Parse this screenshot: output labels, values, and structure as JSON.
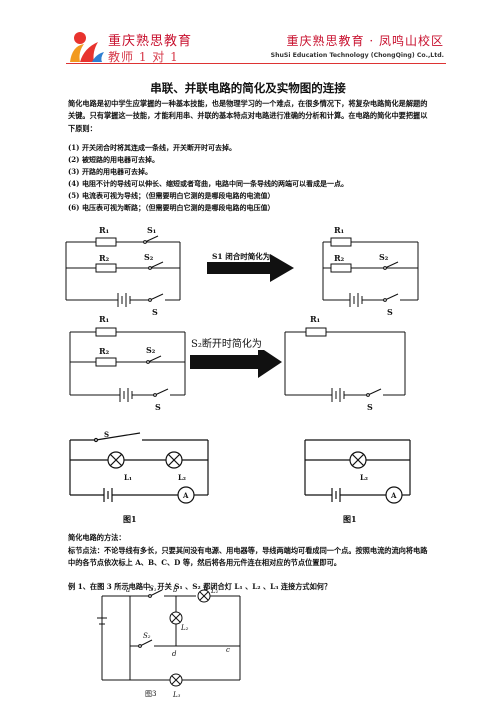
{
  "header": {
    "brand_name": "重庆熟思教育",
    "brand_sub": "教师 1 对 1",
    "campus": "重庆熟思教育 · 凤鸣山校区",
    "company": "ShuSi Education Technology (ChongQing) Co.,Ltd.",
    "accent_color": "#c8102e"
  },
  "title": "串联、并联电路的简化及实物图的连接",
  "intro": "简化电路是初中学生应掌握的一种基本技能，也是物理学习的一个难点，在很多情况下，将复杂电路简化是解题的关键。只有掌握这一技能，才能利用串、并联的基本特点对电路进行准确的分析和计算。在电路的简化中要把握以下原则：",
  "rules": [
    {
      "num": "(1)",
      "text": "开关闭合时将其连成一条线，开关断开时可去掉。"
    },
    {
      "num": "(2)",
      "text": "被短路的用电器可去掉。"
    },
    {
      "num": "(3)",
      "text": "开路的用电器可去掉。"
    },
    {
      "num": "(4)",
      "text": "电阻不计的导线可以伸长、缩短或者弯曲，电路中同一条导线的两端可以看成是一点。"
    },
    {
      "num": "(5)",
      "text": "电流表可视为导线；（但需要明白它测的是哪段电路的电流值）"
    },
    {
      "num": "(6)",
      "text": "电压表可视为断路；（但需要明白它测的是哪段电路的电压值）"
    }
  ],
  "diagram1": {
    "r1": "R₁",
    "r2": "R₂",
    "s1": "S₁",
    "s2": "S₂",
    "s": "S",
    "arrow_label": "S1 闭合时简化为",
    "right_r1": "R₁",
    "right_r2": "R₂",
    "right_s2": "S₂",
    "right_s": "S"
  },
  "diagram2": {
    "r1": "R₁",
    "r2": "R₂",
    "s2": "S₂",
    "s": "S",
    "arrow_label": "S₂断开时简化为",
    "right_r1": "R₁",
    "right_s": "S"
  },
  "diagram3": {
    "s": "S",
    "l1": "L₁",
    "l2": "L₂",
    "ammeter": "A",
    "caption_left": "图1",
    "right_l2": "L₂",
    "right_ammeter": "A",
    "caption_right": "图1"
  },
  "method_title": "简化电路的方法：",
  "method_text": "标节点法：不论导线有多长，只要其间没有电源、用电器等，导线两端均可看成同一个点。按照电流的流向将电路中的各节点依次标上 A、B、C、D 等，然后将各用元件连在相对应的节点位置即可。",
  "example": "例 1、在图 3 所示电路中，开关 S₁ 、S₂ 都闭合灯 L₁ 、L₂ 、L₃ 连接方式如何？",
  "diagram4": {
    "a": "a",
    "b": "b",
    "c": "c",
    "d": "d",
    "s1": "S₁",
    "s2": "S₂",
    "l1": "L₁",
    "l2": "L₂",
    "l3": "L₃",
    "caption": "图3"
  }
}
